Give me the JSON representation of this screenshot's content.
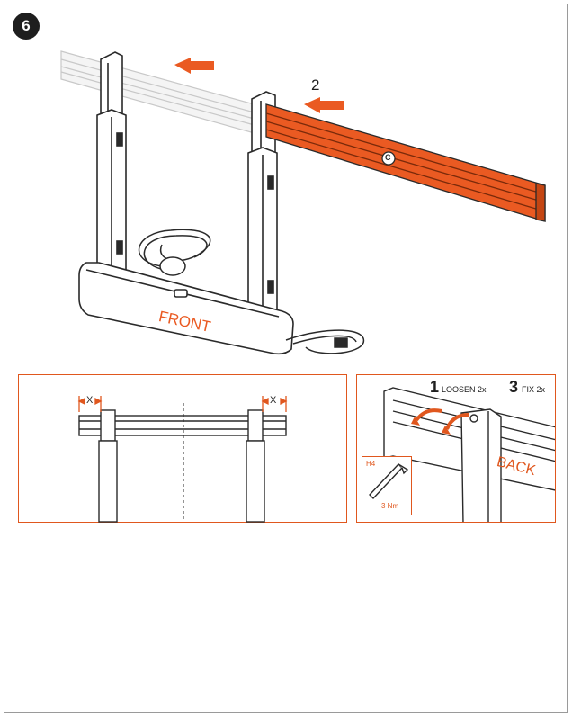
{
  "step": {
    "number": "6"
  },
  "main_illustration": {
    "arrow_label": "2",
    "beam_badge": "C",
    "base_label": "FRONT"
  },
  "left_detail": {
    "gap_label_left": "X",
    "gap_label_right": "X"
  },
  "right_detail": {
    "step1_number": "1",
    "step1_text": "LOOSEN 2x",
    "step3_number": "3",
    "step3_text": "FIX 2x",
    "back_label": "BACK",
    "tool_size": "H4",
    "torque": "3 Nm"
  },
  "colors": {
    "accent": "#e0571e",
    "beam": "#ea5a22",
    "line": "#2a2a2a",
    "ghost": "#c8c8c8"
  }
}
